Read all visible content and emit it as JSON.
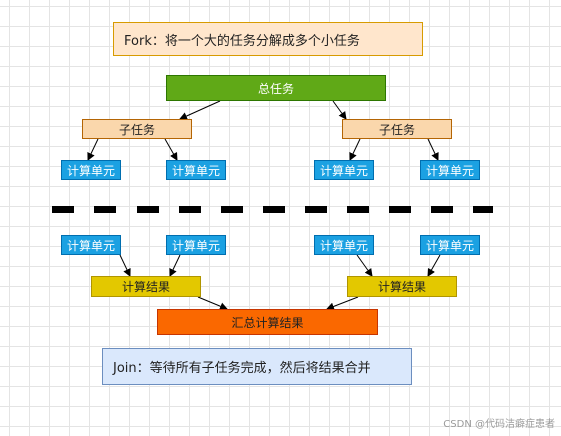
{
  "fork_note": "Fork：将一个大的任务分解成多个小任务",
  "join_note": "Join：等待所有子任务完成，然后将结果合并",
  "total_task": "总任务",
  "subtask_left": "子任务",
  "subtask_right": "子任务",
  "unit_label": "计算单元",
  "result_left": "计算结果",
  "result_right": "计算结果",
  "summary": "汇总计算结果",
  "watermark": "CSDN @代码洁癖症患者"
}
